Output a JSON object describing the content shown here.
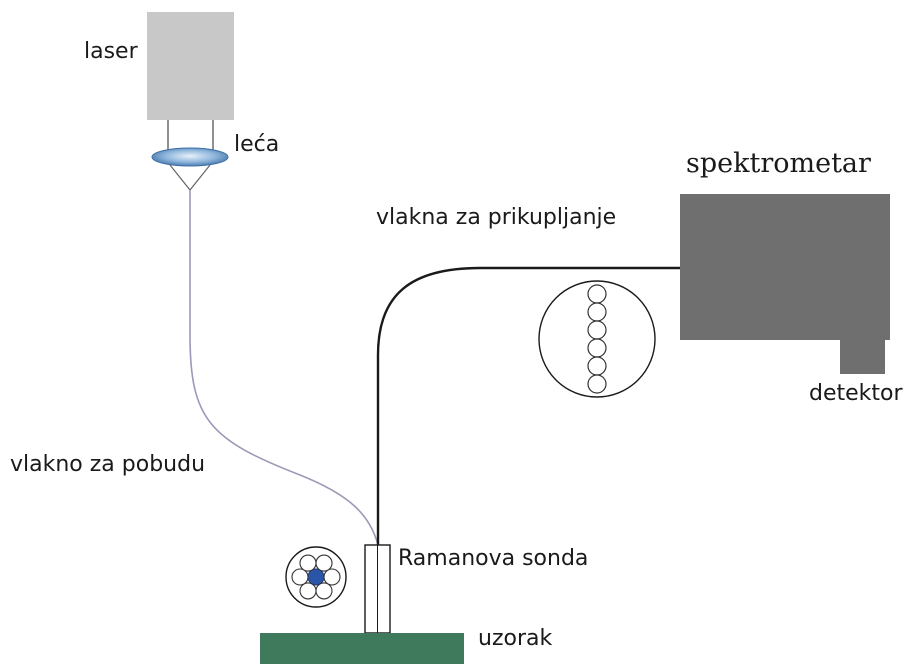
{
  "labels": {
    "laser": "laser",
    "lens": "leća",
    "spectrometer": "spektrometar",
    "collection_fibers": "vlakna za prikupljanje",
    "detector": "detektor",
    "excitation_fiber": "vlakno za pobudu",
    "raman_probe": "Ramanova sonda",
    "sample": "uzorak"
  },
  "colors": {
    "laser_box": "#c8c8c8",
    "spectrometer_box": "#6f6f6f",
    "sample": "#3f7a5c",
    "excitation_fiber": "#9a9ab8",
    "collection_fiber": "#1a1a1a",
    "core_fiber": "#2b56a8",
    "lens": "#8fb6dc"
  }
}
